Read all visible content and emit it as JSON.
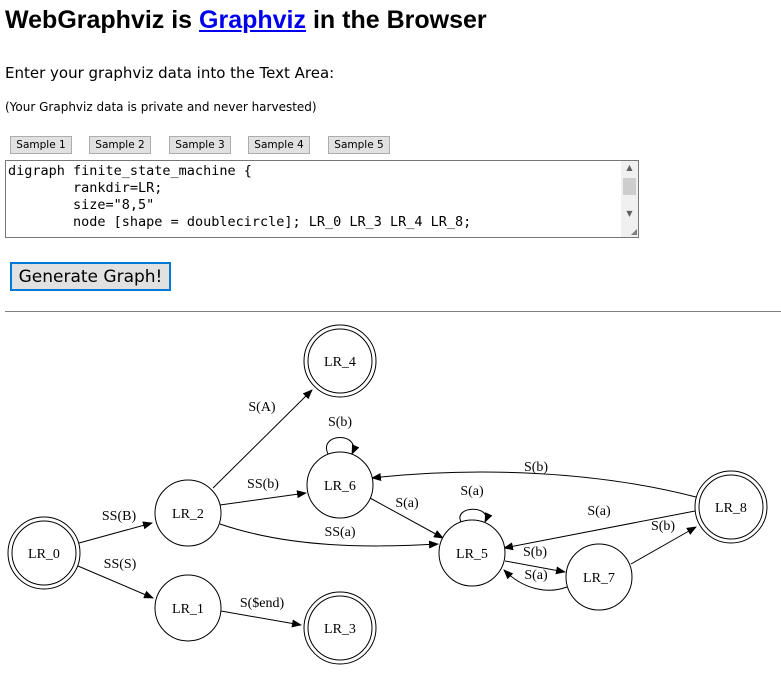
{
  "header": {
    "title_prefix": "WebGraphviz is ",
    "title_link": "Graphviz",
    "title_suffix": " in the Browser"
  },
  "instruction": "Enter your graphviz data into the Text Area:",
  "privacy_note": "(Your Graphviz data is private and never harvested)",
  "samples": [
    {
      "label": "Sample 1"
    },
    {
      "label": "Sample 2"
    },
    {
      "label": "Sample 3"
    },
    {
      "label": "Sample 4"
    },
    {
      "label": "Sample 5"
    }
  ],
  "editor": {
    "text": "digraph finite_state_machine {\n\trankdir=LR;\n\tsize=\"8,5\"\n\tnode [shape = doublecircle]; LR_0 LR_3 LR_4 LR_8;"
  },
  "generate_label": "Generate Graph!",
  "graph": {
    "nodes": [
      {
        "id": "LR_0",
        "label": "LR_0",
        "double": true
      },
      {
        "id": "LR_2",
        "label": "LR_2",
        "double": false
      },
      {
        "id": "LR_1",
        "label": "LR_1",
        "double": false
      },
      {
        "id": "LR_4",
        "label": "LR_4",
        "double": true
      },
      {
        "id": "LR_6",
        "label": "LR_6",
        "double": false
      },
      {
        "id": "LR_5",
        "label": "LR_5",
        "double": false
      },
      {
        "id": "LR_3",
        "label": "LR_3",
        "double": true
      },
      {
        "id": "LR_7",
        "label": "LR_7",
        "double": false
      },
      {
        "id": "LR_8",
        "label": "LR_8",
        "double": true
      }
    ],
    "edges": [
      {
        "from": "LR_0",
        "to": "LR_2",
        "label": "SS(B)"
      },
      {
        "from": "LR_0",
        "to": "LR_1",
        "label": "SS(S)"
      },
      {
        "from": "LR_1",
        "to": "LR_3",
        "label": "S($end)"
      },
      {
        "from": "LR_2",
        "to": "LR_6",
        "label": "SS(b)"
      },
      {
        "from": "LR_2",
        "to": "LR_5",
        "label": "SS(a)"
      },
      {
        "from": "LR_2",
        "to": "LR_4",
        "label": "S(A)"
      },
      {
        "from": "LR_5",
        "to": "LR_7",
        "label": "S(b)"
      },
      {
        "from": "LR_5",
        "to": "LR_5",
        "label": "S(a)"
      },
      {
        "from": "LR_6",
        "to": "LR_6",
        "label": "S(b)"
      },
      {
        "from": "LR_6",
        "to": "LR_5",
        "label": "S(a)"
      },
      {
        "from": "LR_7",
        "to": "LR_8",
        "label": "S(b)"
      },
      {
        "from": "LR_7",
        "to": "LR_5",
        "label": "S(a)"
      },
      {
        "from": "LR_8",
        "to": "LR_6",
        "label": "S(b)"
      },
      {
        "from": "LR_8",
        "to": "LR_5",
        "label": "S(a)"
      }
    ]
  }
}
